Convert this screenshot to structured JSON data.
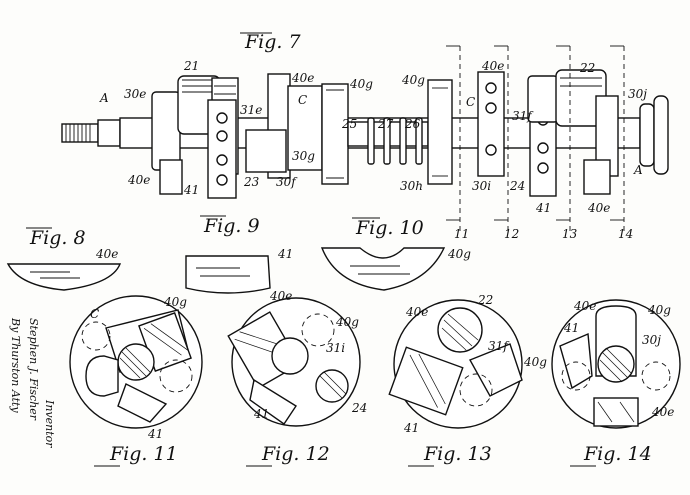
{
  "figures": {
    "fig7": {
      "title": "Fig. 7"
    },
    "fig8": {
      "title": "Fig. 8",
      "label": "40e"
    },
    "fig9": {
      "title": "Fig. 9",
      "label": "41"
    },
    "fig10": {
      "title": "Fig. 10",
      "label": "40g"
    },
    "fig11": {
      "title": "Fig. 11"
    },
    "fig12": {
      "title": "Fig. 12"
    },
    "fig13": {
      "title": "Fig. 13"
    },
    "fig14": {
      "title": "Fig. 14"
    }
  },
  "fig7_labels": {
    "A_left": "A",
    "l30e": "30e",
    "l21": "21",
    "l31e": "31e",
    "l40e_top1": "40e",
    "C_left": "C",
    "l40g_top": "40g",
    "l25": "25",
    "l27": "27",
    "l26": "26",
    "l40g_top2": "40g",
    "C_right": "C",
    "l40e_top2": "40e",
    "l22": "22",
    "l30j": "30j",
    "l31f": "31f",
    "l40e_bot1": "40e",
    "l41_bot1": "41",
    "l23": "23",
    "l30f": "30f",
    "l30g": "30g",
    "l30h": "30h",
    "l30i": "30i",
    "l24": "24",
    "l41_bot2": "41",
    "l40e_bot2": "40e",
    "A_right": "A",
    "s11": "11",
    "s12": "12",
    "s13": "13",
    "s14": "14"
  },
  "fig11_labels": {
    "C": "C",
    "l40g": "40g",
    "l41": "41"
  },
  "fig12_labels": {
    "l40e": "40e",
    "l40g": "40g",
    "l31i": "31i",
    "l24": "24",
    "l41": "41"
  },
  "fig13_labels": {
    "l40e": "40e",
    "l22": "22",
    "l31f": "31f",
    "l40g": "40g",
    "l41": "41"
  },
  "fig14_labels": {
    "l40e_top": "40e",
    "l40g": "40g",
    "l41": "41",
    "l30j": "30j",
    "l40e_bot": "40e"
  },
  "signature": {
    "line1": "Inventor",
    "line2": "Stephen J. Fischer",
    "line3": "By Thurston Atty"
  }
}
